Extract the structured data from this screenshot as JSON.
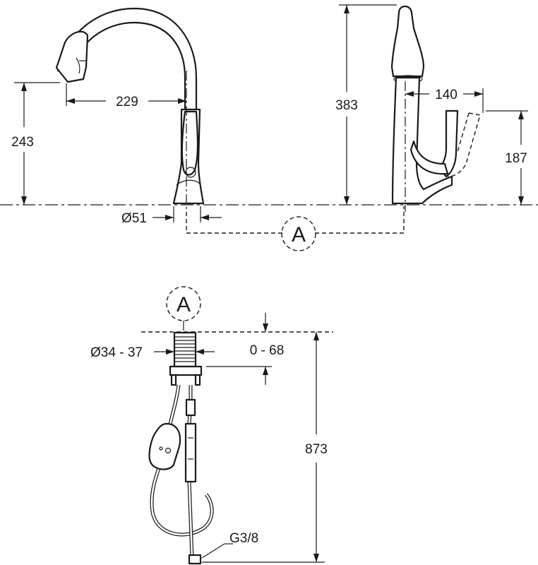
{
  "dimensions": {
    "spout_reach": "229",
    "spout_height": "243",
    "base_diameter": "Ø51",
    "total_height": "383",
    "handle_clearance": "140",
    "handle_height": "187",
    "hole_diameter": "Ø34 - 37",
    "deck_thickness": "0 - 68",
    "hose_length": "873",
    "connection_thread": "G3/8"
  },
  "callouts": {
    "detail_a_top": "A",
    "detail_a_bottom": "A"
  }
}
